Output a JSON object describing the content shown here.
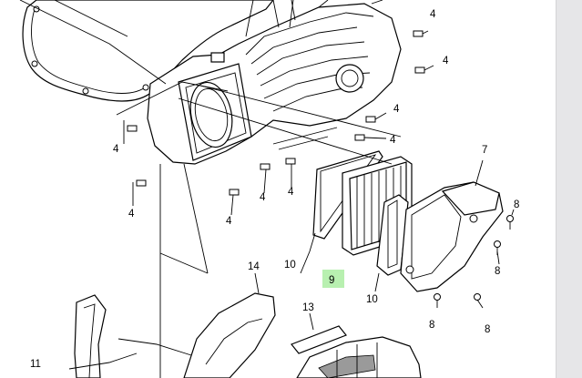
{
  "callouts": {
    "c4a": "4",
    "c4b": "4",
    "c4c": "4",
    "c4d": "4",
    "c4e": "4",
    "c4f": "4",
    "c4g": "4",
    "c4h": "4",
    "c4i": "4",
    "c7": "7",
    "c8a": "8",
    "c8b": "8",
    "c8c": "8",
    "c8d": "8",
    "c9": "9",
    "c10a": "10",
    "c10b": "10",
    "c11": "11",
    "c13": "13",
    "c14": "14"
  },
  "highlight_color": "#b8f0b0"
}
